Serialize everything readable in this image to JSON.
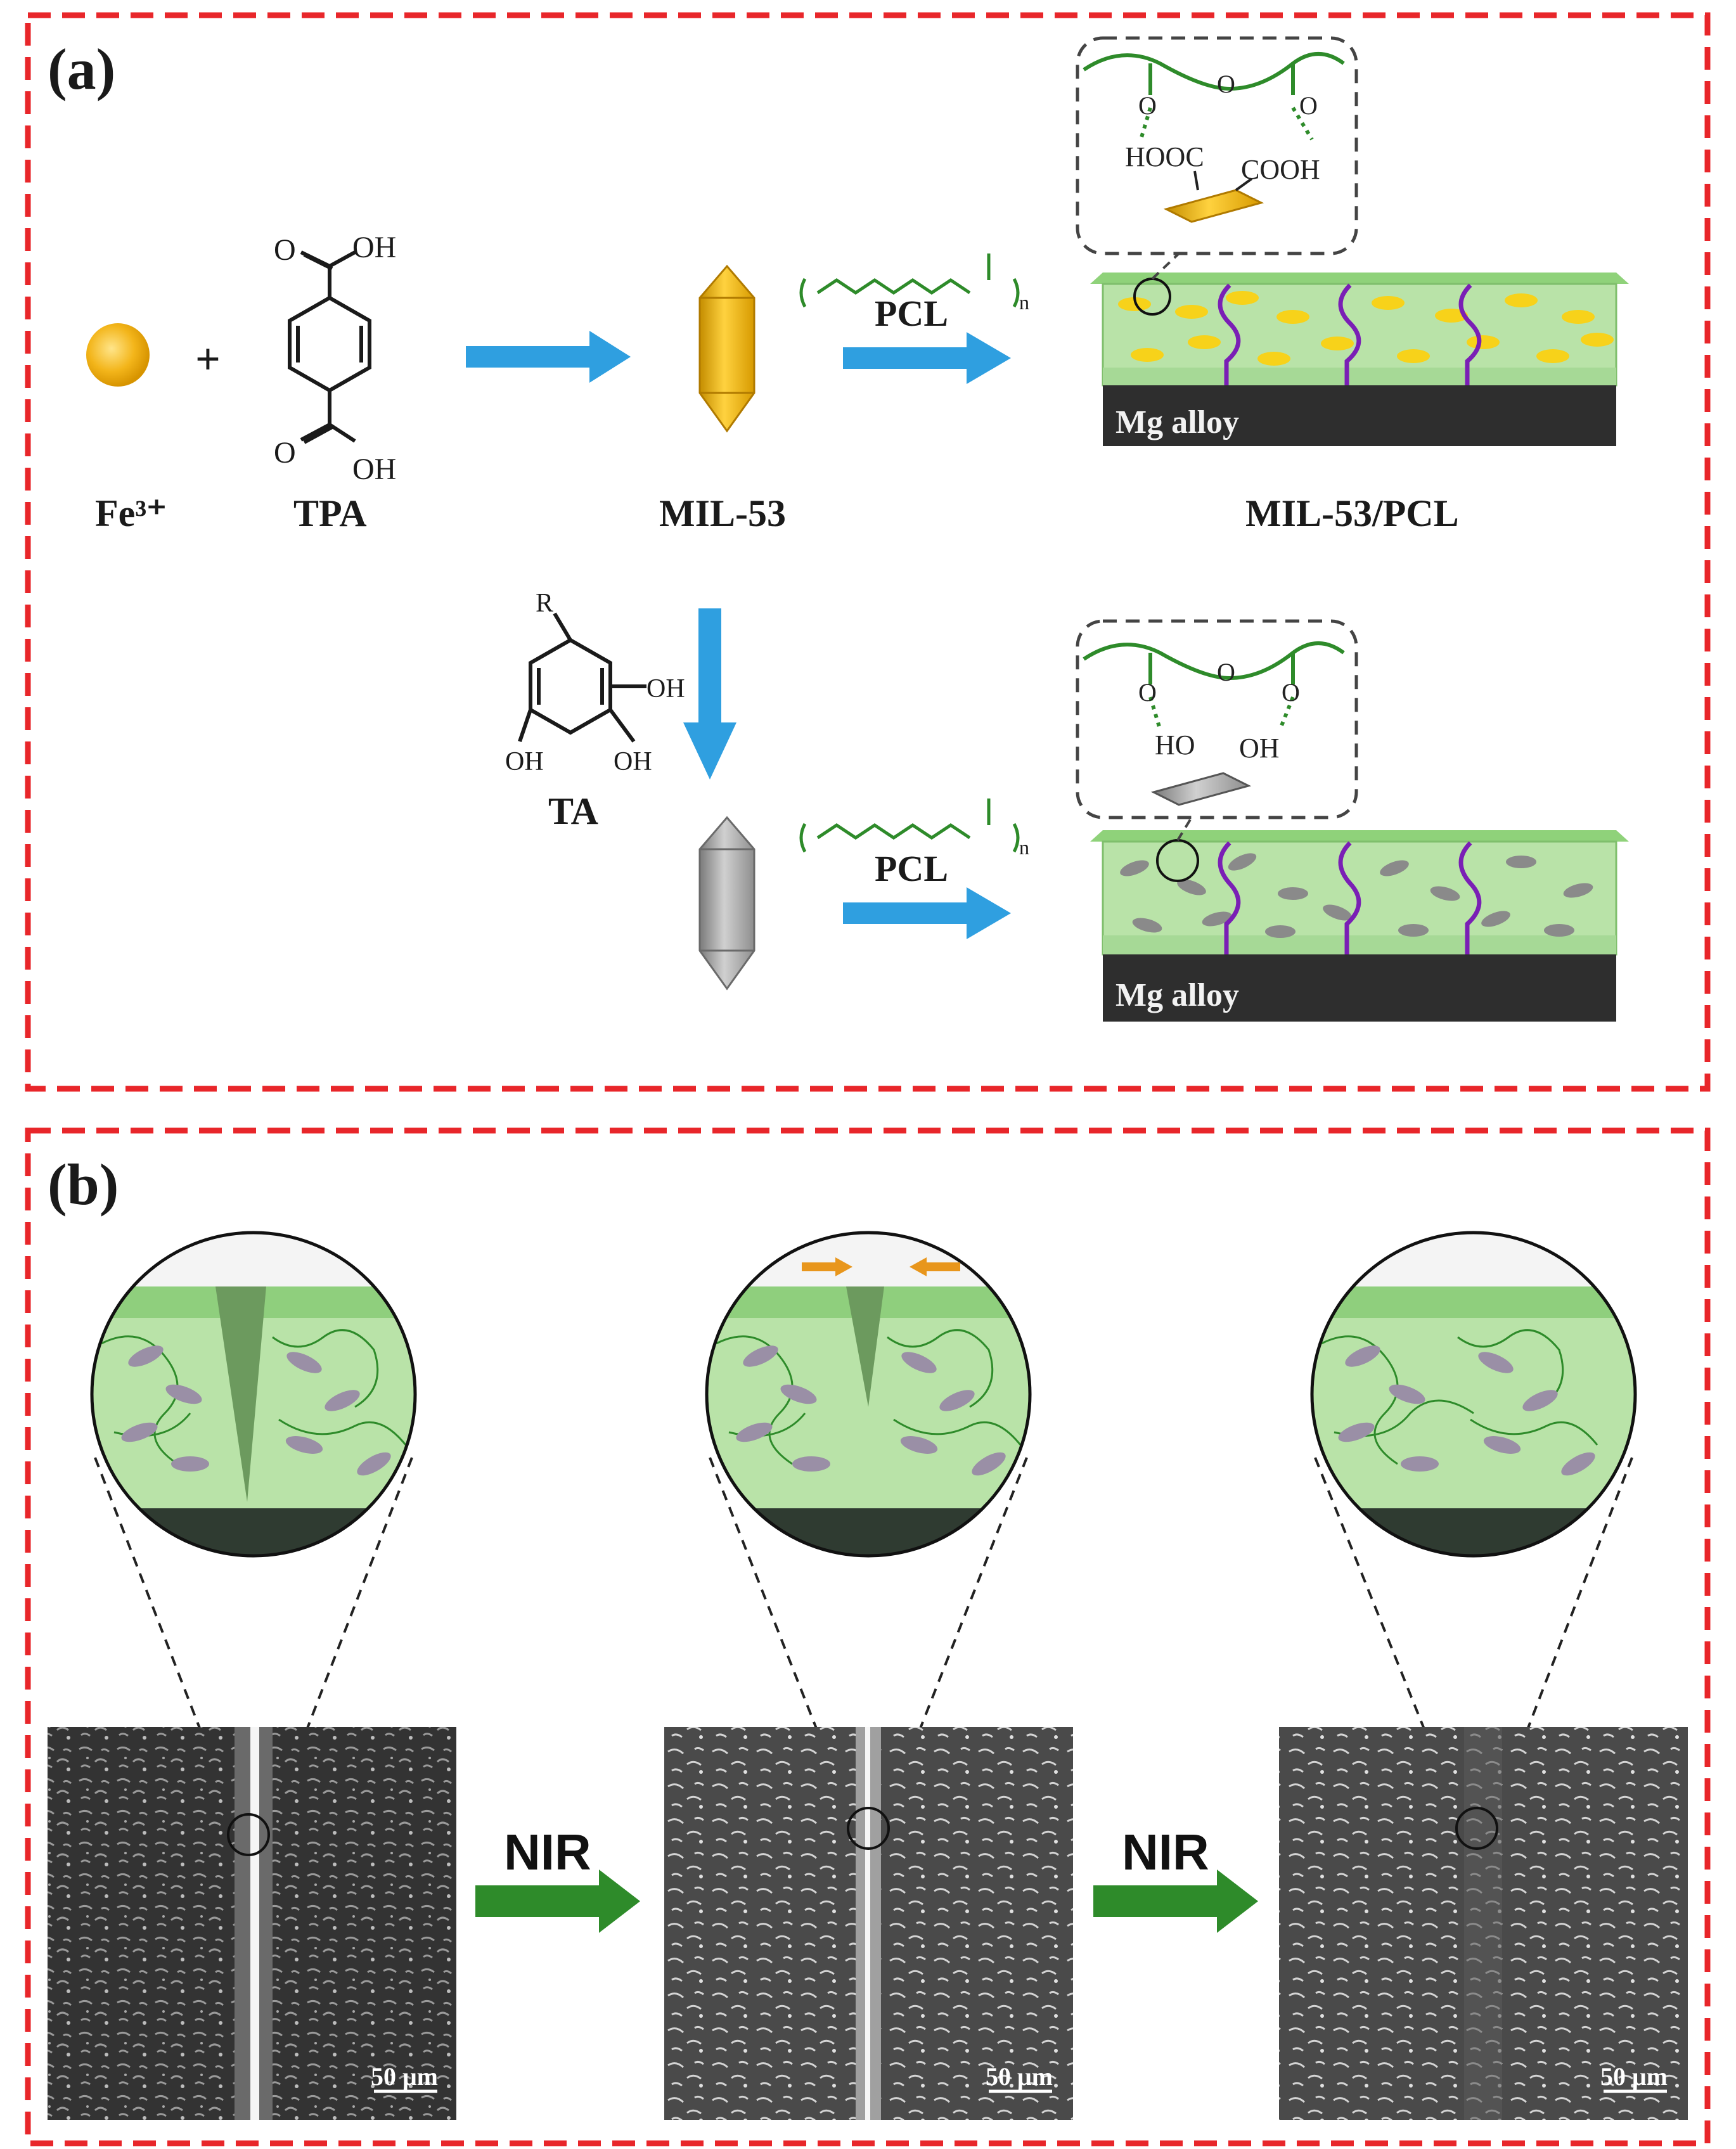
{
  "panels": {
    "a": {
      "label": "(a)",
      "reagents": {
        "fe_ion": "Fe³⁺",
        "plus": "+",
        "tpa": "TPA",
        "tpa_oh_top": "O",
        "tpa_oh_top_h": "OH",
        "tpa_oh_bottom": "O",
        "tpa_oh_bottom_h": "OH",
        "mil53": "MIL-53",
        "mil53_pcl": "MIL-53/PCL",
        "ta": "TA",
        "ta_r": "R",
        "ta_oh1": "OH",
        "ta_oh2": "OH",
        "ta_oh3": "OH",
        "pcl_top": "PCL",
        "pcl_bottom": "PCL",
        "pcl_n_top": "n",
        "pcl_n_bottom": "n"
      },
      "top_inset": {
        "hooc": "HOOC",
        "cooh": "COOH",
        "o_left": "O",
        "o_mid": "O",
        "o_right": "O"
      },
      "bottom_inset": {
        "ho": "HO",
        "oh": "OH",
        "o_left": "O",
        "o_mid": "O",
        "o_right": "O"
      },
      "substrate_top": "Mg alloy",
      "substrate_bottom": "Mg alloy"
    },
    "b": {
      "label": "(b)",
      "arrow1": "NIR",
      "arrow2": "NIR",
      "scale1": "50 μm",
      "scale2": "50 μm",
      "scale3": "50 μm"
    }
  },
  "colors": {
    "frame": "#e8262a",
    "arrow_blue": "#2f9fe0",
    "arrow_green": "#2e8b2a",
    "crystal_gold": "#e7b21c",
    "crystal_gray": "#9a9a9a",
    "coating": "#b9e3a8",
    "substrate": "#2e2e2e",
    "chain_purple": "#7a1fb5",
    "polymer_green": "#2e8b2a"
  }
}
